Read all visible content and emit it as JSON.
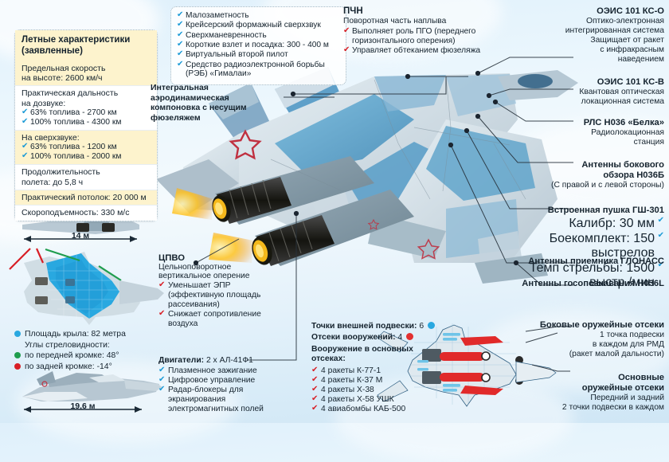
{
  "colors": {
    "accent_blue": "#1b9ad6",
    "accent_red": "#d81f26",
    "accent_green": "#1f9d4d",
    "panel_yellow": "#fdf3cd",
    "text": "#15232e"
  },
  "spec_panel": {
    "title_line1": "Летные характеристики",
    "title_line2": "(заявленные)",
    "rows": [
      {
        "shade": "y",
        "lines": [
          "Предельная скорость",
          "на высоте: 2600 км/ч"
        ],
        "items": []
      },
      {
        "shade": "w",
        "lines": [
          "Практическая дальность",
          "на дозвуке:"
        ],
        "items": [
          "63% топлива - 2700 км",
          "100% топлива - 4300 км"
        ]
      },
      {
        "shade": "y",
        "lines": [
          "На сверхзвуке:"
        ],
        "items": [
          "63% топлива - 1200 км",
          "100% топлива - 2000 км"
        ]
      },
      {
        "shade": "w",
        "lines": [
          "Продолжительность",
          "полета: до 5,8 ч"
        ],
        "items": []
      },
      {
        "shade": "y",
        "lines": [
          "Практический потолок: 20 000 м"
        ],
        "items": []
      },
      {
        "shade": "w",
        "lines": [
          "Скороподъемность: 330 м/с"
        ],
        "items": []
      }
    ]
  },
  "features": {
    "items": [
      "Малозаметность",
      "Крейсерский формажный сверхзвук",
      "Сверхманевренность",
      "Короткие взлет и посадка: 300 - 400 м",
      "Виртуальный второй пилот",
      "Средство радиоэлектронной борьбы (РЭБ) «Гималаи»"
    ]
  },
  "pchn": {
    "title": "ПЧН",
    "subtitle": "Поворотная часть наплыва",
    "items": [
      "Выполняет роль ПГО (переднего горизонтального оперения)",
      "Управляет обтеканием фюзеляжа"
    ]
  },
  "integral_label": {
    "line1": "Интегральная аэродинамическая",
    "line2": "компоновка с несущим фюзеляжем"
  },
  "right_labels": [
    {
      "name": "oeis-101-ks-o",
      "title": "ОЭИС 101 КС-О",
      "body": [
        "Оптико-электронная",
        "интегрированная система",
        "Защищает от ракет",
        "с инфракрасным",
        "наведением"
      ]
    },
    {
      "name": "oeis-101-ks-v",
      "title": "ОЭИС 101 КС-В",
      "body": [
        "Квантовая оптическая",
        "локационная система"
      ]
    },
    {
      "name": "rls-n036-belka",
      "title": "РЛС Н036 «Белка»",
      "body": [
        "Радиолокационная",
        "станция"
      ]
    },
    {
      "name": "antenny-bokovogo-obzora",
      "title_lines": [
        "Антенны бокового",
        "обзора Н036Б"
      ],
      "body": [
        "(С правой и с левой стороны)"
      ]
    },
    {
      "name": "vstroennaya-pushka",
      "title": "Встроенная пушка ГШ-301",
      "items": [
        "Калибр: 30 мм",
        "Боекомплект: 150 выстрелов",
        "Темп стрельбы: 1500 выстр./мин"
      ]
    },
    {
      "name": "antenny-glonass",
      "title": "Антенны приемника ГЛОНАСС"
    },
    {
      "name": "antenny-gosopoznavaniya",
      "title": "Антенны госопознавания Н036L"
    },
    {
      "name": "bokovye-otseki",
      "title": "Боковые оружейные отсеки",
      "body": [
        "1 точка подвески",
        "в каждом для РМД",
        "(ракет малой дальности)"
      ]
    },
    {
      "name": "osnovnye-otseki",
      "title_lines": [
        "Основные",
        "оружейные отсеки"
      ],
      "body": [
        "Передний и задний",
        "2 точки подвески в каждом"
      ]
    }
  ],
  "cpvo": {
    "title": "ЦПВО",
    "subtitle_lines": [
      "Цельноповоротное",
      "вертикальное оперение"
    ],
    "items": [
      "Уменьшает ЭПР (эффективную площадь рассеивания)",
      "Снижает сопротивление воздуха"
    ]
  },
  "engines": {
    "label": "Двигатели:",
    "value": "2 х АЛ-41Ф1",
    "items": [
      "Плазменное зажигание",
      "Цифровое управление",
      "Радар-блокеры для экранирования электромагнитных полей"
    ]
  },
  "wing_legend": {
    "rows": [
      {
        "dot": "#29a8e0",
        "text": "Площадь крыла: 82 метра"
      },
      {
        "dot": "",
        "text": "Углы стреловидности:"
      },
      {
        "dot": "#1f9d4d",
        "text": "по передней кромке: 48°"
      },
      {
        "dot": "#d81f26",
        "text": "по задней кромке: -14°"
      }
    ]
  },
  "dimensions": {
    "width": "14 м",
    "length": "19,6 м"
  },
  "armament": {
    "external_points_label": "Точки внешней подвески:",
    "external_points_value": "6",
    "external_points_color": "#29a8e0",
    "bays_label": "Отсеки вооружений:",
    "bays_value": "4",
    "bays_color": "#e23030",
    "main_bays_title_l1": "Вооружение в основных",
    "main_bays_title_l2": "отсеках:",
    "items": [
      "4 ракеты К-77-1",
      "4 ракеты К-37 М",
      "4 ракеты Х-38",
      "4 ракеты Х-58 УШК",
      "4 авиабомбы КАБ-500"
    ]
  }
}
